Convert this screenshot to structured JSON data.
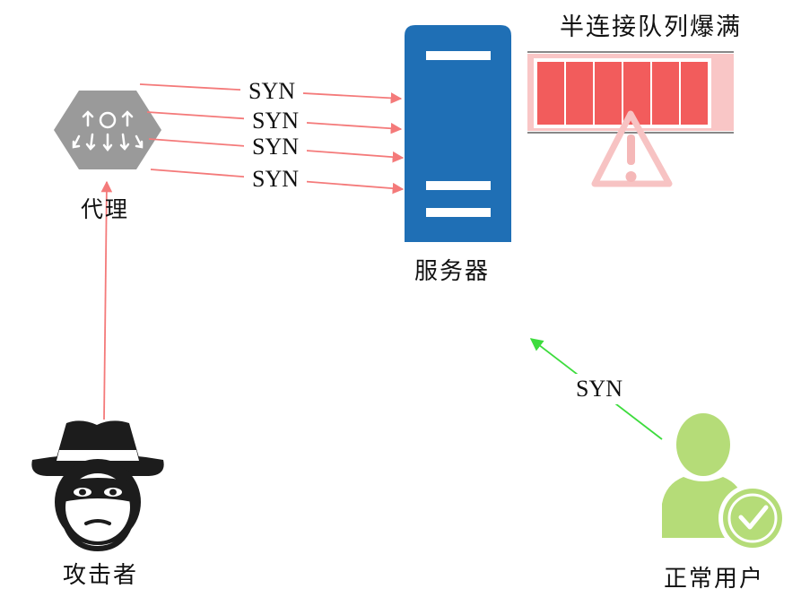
{
  "labels": {
    "queue_full": "半连接队列爆满",
    "proxy": "代理",
    "server": "服务器",
    "attacker": "攻击者",
    "normal_user": "正常用户"
  },
  "syn_label": "SYN",
  "queue": {
    "slots_filled": 6,
    "slots_total": 6
  },
  "colors": {
    "attack_arrow": "#f47a7a",
    "normal_arrow": "#3ddc3d",
    "server": "#1f6fb5",
    "proxy": "#9a9a9a",
    "queue_fill": "#f25c5c",
    "queue_bg": "#f9c6c6",
    "warning": "#f5b8b8",
    "user": "#b5dc78",
    "attacker": "#1c1c1c"
  }
}
